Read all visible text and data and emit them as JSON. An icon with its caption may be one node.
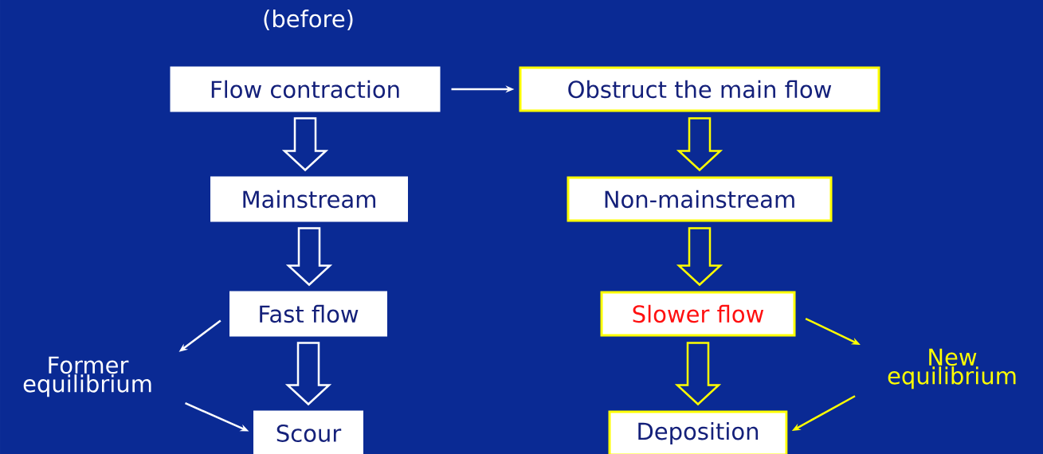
{
  "diagram": {
    "nodes": [
      {
        "text": [
          "Flow contraction"
        ]
      },
      {
        "text": [
          "Obstruct the main flow"
        ]
      },
      {
        "text": [
          "Mainstream"
        ]
      },
      {
        "text": [
          "Non-mainstream"
        ]
      },
      {
        "text": [
          "Fast flow"
        ]
      },
      {
        "text": [
          "Slower flow"
        ]
      },
      {
        "text": [
          "Scour"
        ]
      },
      {
        "text": [
          "Deposition"
        ]
      },
      {
        "text": [
          "Former equilibrium"
        ]
      },
      {
        "text": [
          "New equilibrium"
        ]
      }
    ],
    "edges": [
      {
        "from": 0,
        "to": 1,
        "arrow": "to"
      },
      {
        "from": 0,
        "to": 2,
        "arrow": "to",
        "style": "thick"
      },
      {
        "from": 2,
        "to": 4,
        "arrow": "to",
        "style": "thick"
      },
      {
        "from": 4,
        "to": 6,
        "arrow": "to",
        "style": "thick"
      },
      {
        "from": 1,
        "to": 3,
        "arrow": "to",
        "style": "thick",
        "color": "#ffff00"
      },
      {
        "from": 3,
        "to": 5,
        "arrow": "to",
        "style": "thick",
        "color": "#ffff00"
      },
      {
        "from": 5,
        "to": 7,
        "arrow": "to",
        "style": "thick",
        "color": "#ffff00"
      },
      {
        "from": 4,
        "to": 8,
        "arrow": "to"
      },
      {
        "from": 8,
        "to": 6,
        "arrow": "to"
      },
      {
        "from": 5,
        "to": 9,
        "arrow": "to",
        "color": "#ffff00"
      },
      {
        "from": 9,
        "to": 7,
        "arrow": "to",
        "color": "#ffff00"
      }
    ],
    "labels": [
      "(before)"
    ]
  }
}
